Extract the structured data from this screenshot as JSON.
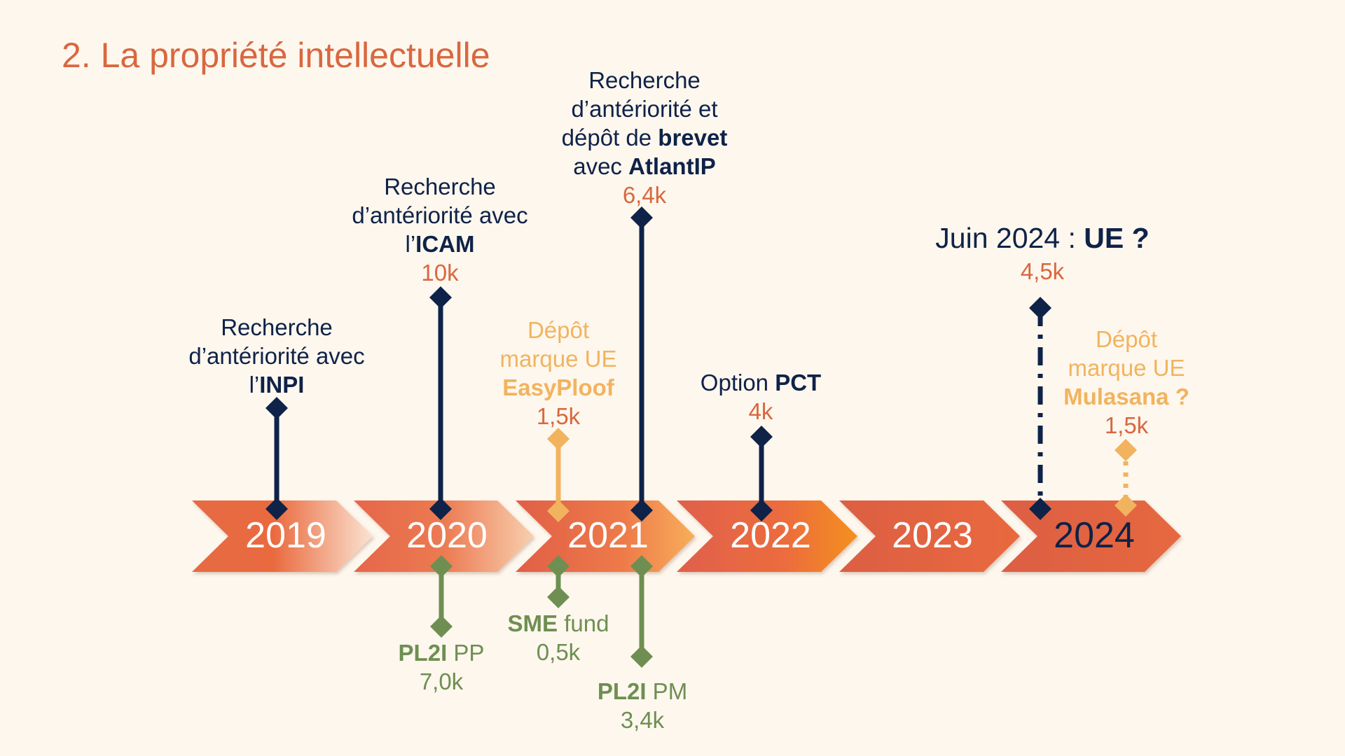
{
  "slide": {
    "title": "2. La propriété intellectuelle"
  },
  "timeline": {
    "years": [
      "2019",
      "2020",
      "2021",
      "2022",
      "2023",
      "2024"
    ]
  },
  "events": {
    "inpi": {
      "pre": "Recherche",
      "line2": "d’antériorité avec",
      "prefix": "l’",
      "strong": "INPI"
    },
    "icam": {
      "pre": "Recherche",
      "line2": "d’antériorité avec",
      "prefix": "l’",
      "strong": "ICAM",
      "cost": "10k"
    },
    "easyploof": {
      "line1": "Dépôt",
      "line2": "marque UE",
      "strong": "EasyPloof",
      "cost": "1,5k"
    },
    "atlantip": {
      "line1": "Recherche",
      "line2": "d’antériorité et",
      "line3_pre": "dépôt de ",
      "line3_strong": "brevet",
      "line4_pre": "avec ",
      "line4_strong": "AtlantIP",
      "cost": "6,4k"
    },
    "pct": {
      "pre": "Option ",
      "strong": "PCT",
      "cost": "4k"
    },
    "ue": {
      "pre": "Juin 2024 : ",
      "strong": "UE ?",
      "cost": "4,5k"
    },
    "mulasana": {
      "line1": "Dépôt",
      "line2": "marque UE",
      "strong": "Mulasana ?",
      "cost": "1,5k"
    },
    "pl2i_pp": {
      "strong": "PL2I",
      "post": " PP",
      "cost": "7,0k"
    },
    "sme": {
      "strong": "SME",
      "post": " fund",
      "cost": "0,5k"
    },
    "pl2i_pm": {
      "strong": "PL2I",
      "post": " PM",
      "cost": "3,4k"
    }
  },
  "colors": {
    "background": "#fdf7ee",
    "navy": "#0f2248",
    "orange": "#d9673f",
    "yellow": "#f2b35e",
    "green": "#6e8f51"
  }
}
